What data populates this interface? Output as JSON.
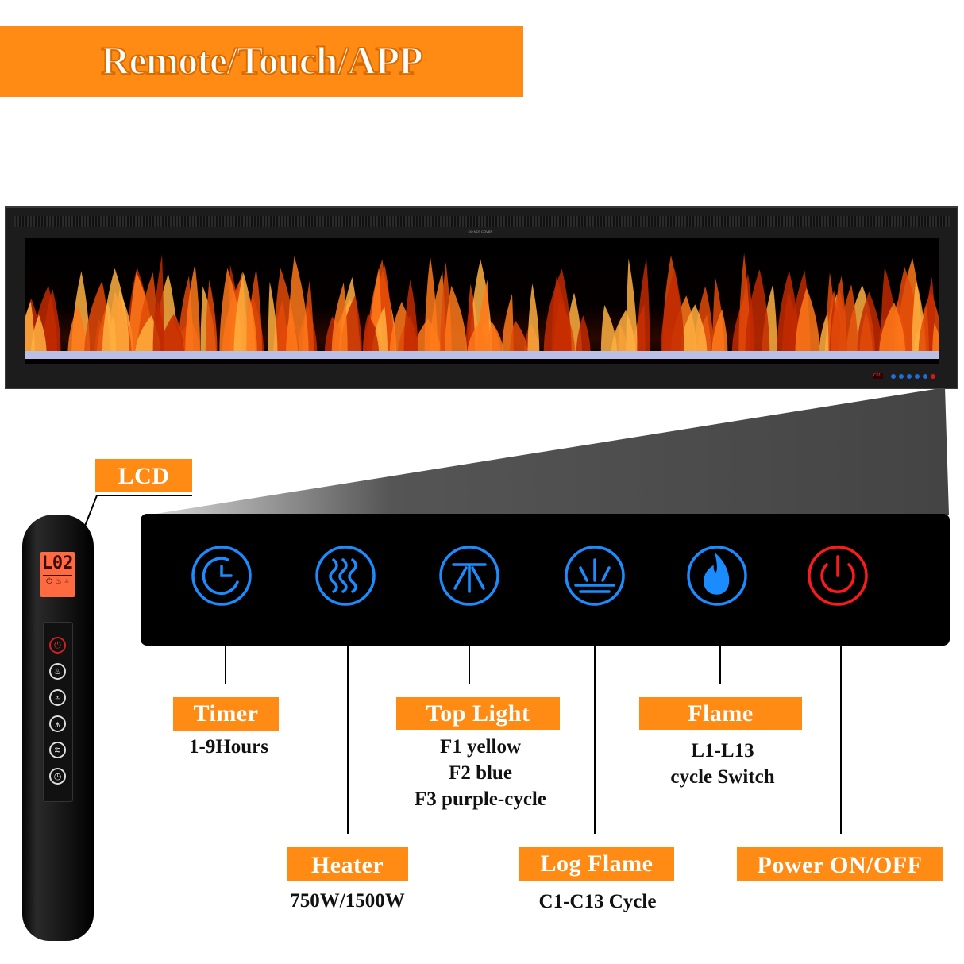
{
  "banner": {
    "title": "Remote/Touch/APP"
  },
  "fireplace": {
    "warning_text": "DO NOT COVER",
    "display_code": "C01",
    "indicator_colors": [
      "#1f6fd6",
      "#1f6fd6",
      "#1f6fd6",
      "#1f6fd6",
      "#1f6fd6",
      "#d11a1a"
    ]
  },
  "remote": {
    "lcd_label": "LCD",
    "lcd_value": "L02",
    "lcd_color": "#ff6a40",
    "buttons": [
      "power-icon",
      "flame-icon",
      "log-flame-icon",
      "top-light-icon",
      "heater-icon",
      "timer-icon"
    ]
  },
  "panel": {
    "icons": [
      {
        "name": "timer-icon",
        "color": "#1a8cff"
      },
      {
        "name": "heater-icon",
        "color": "#1a8cff"
      },
      {
        "name": "top-light-icon",
        "color": "#1a8cff"
      },
      {
        "name": "log-flame-icon",
        "color": "#1a8cff"
      },
      {
        "name": "flame-icon",
        "color": "#1a8cff"
      },
      {
        "name": "power-icon",
        "color": "#ff1a1a"
      }
    ]
  },
  "features": {
    "timer": {
      "label": "Timer",
      "lines": [
        "1-9Hours"
      ]
    },
    "heater": {
      "label": "Heater",
      "lines": [
        "750W/1500W"
      ]
    },
    "top_light": {
      "label": "Top Light",
      "lines": [
        "F1 yellow",
        "F2 blue",
        "F3 purple-cycle"
      ]
    },
    "log_flame": {
      "label": "Log Flame",
      "lines": [
        "C1-C13 Cycle"
      ]
    },
    "flame": {
      "label": "Flame",
      "lines": [
        "L1-L13",
        "cycle Switch"
      ]
    },
    "power": {
      "label": "Power ON/OFF"
    }
  },
  "accent_color": "#ff8a14"
}
